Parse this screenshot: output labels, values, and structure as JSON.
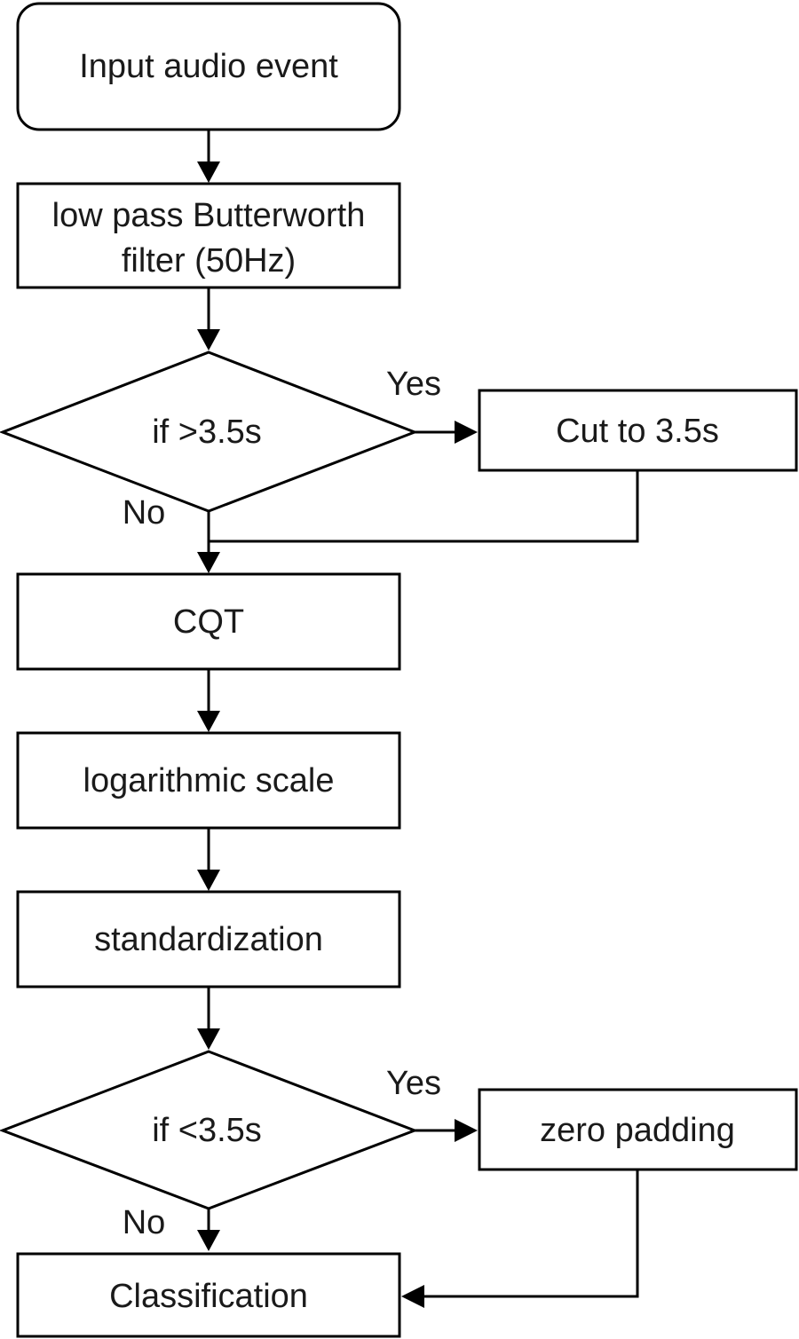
{
  "nodes": {
    "input": "Input audio event",
    "filter_line1": "low pass Butterworth",
    "filter_line2": "filter (50Hz)",
    "decision_long": "if >3.5s",
    "cut": "Cut to 3.5s",
    "cqt": "CQT",
    "log_scale": "logarithmic scale",
    "standardization": "standardization",
    "decision_short": "if <3.5s",
    "zero_padding": "zero padding",
    "classification": "Classification"
  },
  "edge_labels": {
    "long_yes": "Yes",
    "long_no": "No",
    "short_yes": "Yes",
    "short_no": "No"
  }
}
